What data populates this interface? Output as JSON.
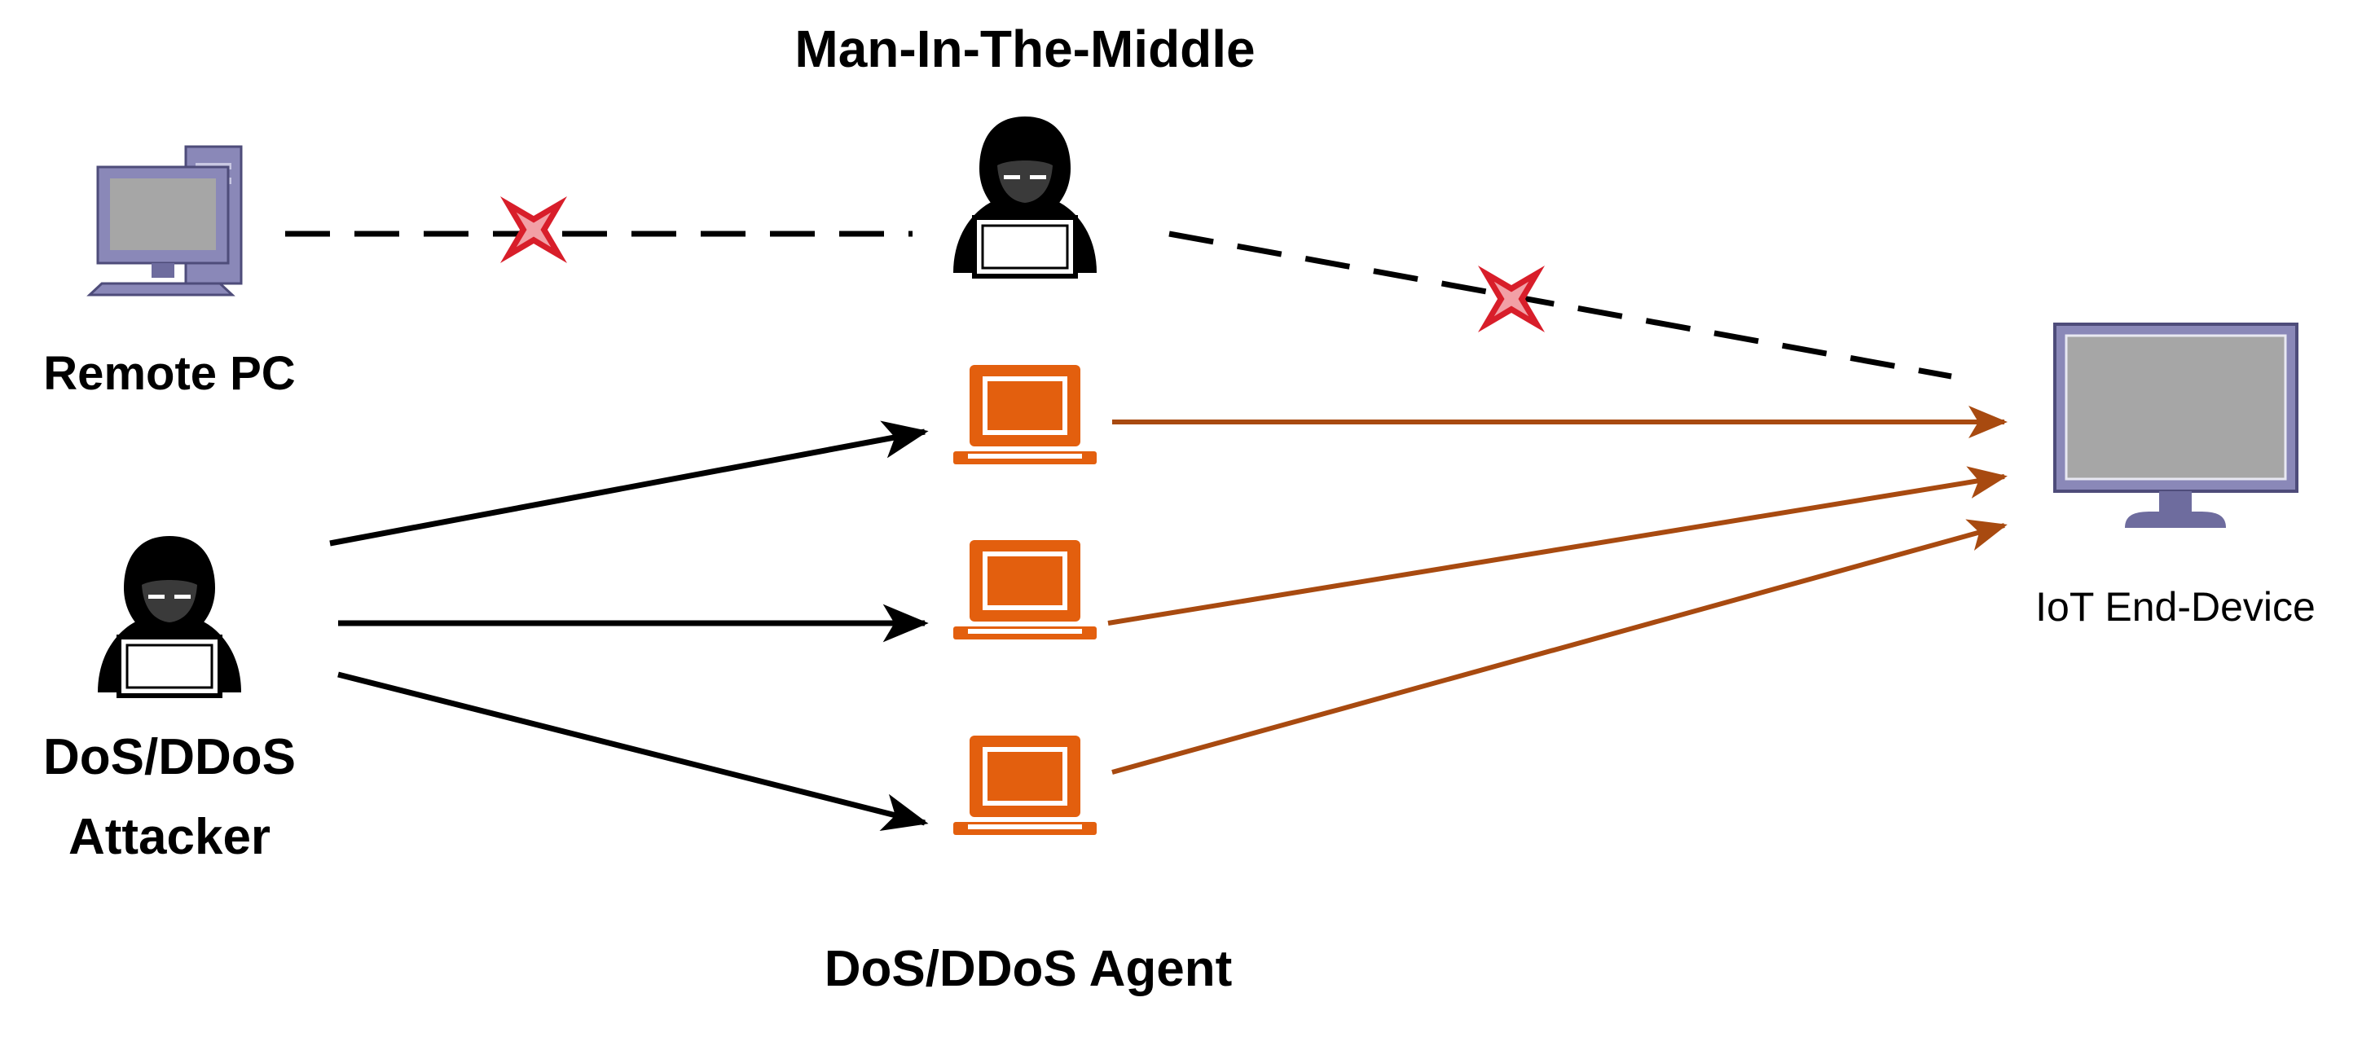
{
  "labels": {
    "mitm": "Man-In-The-Middle",
    "remote_pc": "Remote PC",
    "attacker_line1": "DoS/DDoS",
    "attacker_line2": "Attacker",
    "agent": "DoS/DDoS Agent",
    "iot_device": "IoT End-Device"
  },
  "icons": {
    "remote_pc": "desktop-computer-icon",
    "mitm": "hacker-icon",
    "attacker": "hacker-icon",
    "agents": "laptop-icon",
    "iot_device": "monitor-icon",
    "intercept_mark": "red-x-icon"
  },
  "colors": {
    "agent_orange": "#E35F0E",
    "attack_arrow": "#A84A10",
    "command_arrow": "#000000",
    "intercept_red": "#D81E2A",
    "pc_lavender": "#8A88B8",
    "screen_gray": "#A6A6A6",
    "hacker_black": "#000000"
  }
}
